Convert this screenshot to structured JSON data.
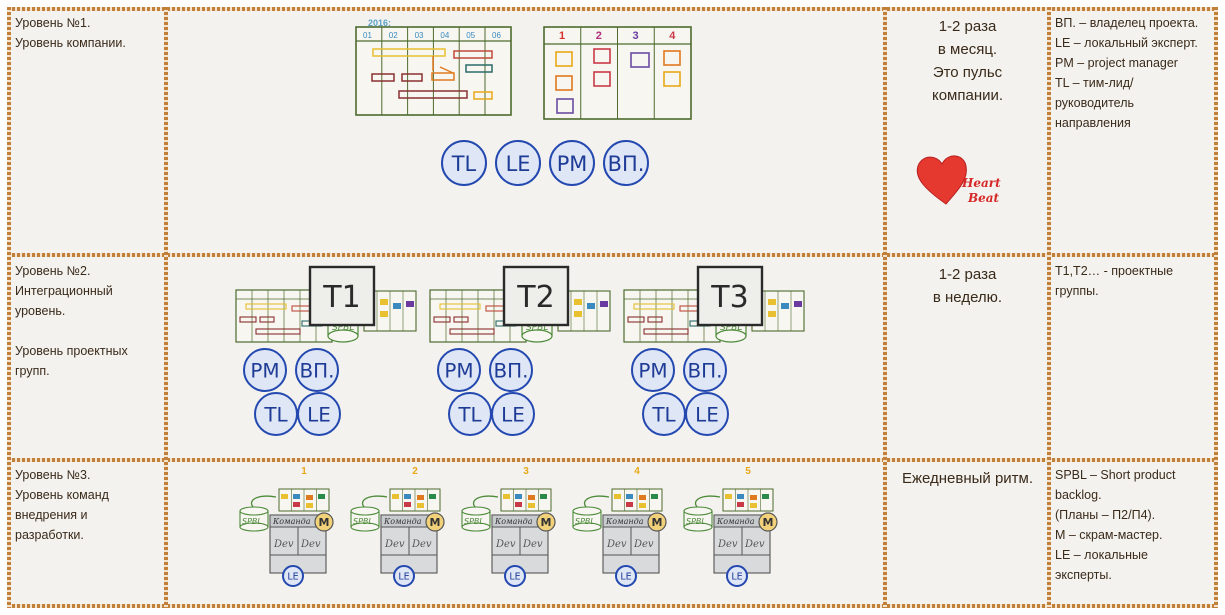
{
  "rows": [
    {
      "level": [
        "Уровень №1.",
        "Уровень компании."
      ],
      "frequency": [
        "1-2 раза",
        "в месяц.",
        "",
        "Это пульс",
        "компании."
      ],
      "legend": [
        "ВП. – владелец проекта.",
        "LE – локальный эксперт.",
        "PM – project manager",
        "TL – тим-лид/",
        "руководитель",
        "направления"
      ],
      "roles": [
        "TL",
        "LE",
        "PM",
        "ВП."
      ],
      "roadmap_year": "2016:",
      "roadmap_months": [
        "01",
        "02",
        "03",
        "04",
        "05",
        "06"
      ],
      "kanban_columns": [
        "1",
        "2",
        "3",
        "4"
      ],
      "heart_text": [
        "Heart",
        "Beat"
      ]
    },
    {
      "level": [
        "Уровень №2.",
        "Интеграционный",
        "уровень.",
        "",
        "Уровень проектных",
        "групп."
      ],
      "frequency": [
        "1-2 раза",
        "в неделю."
      ],
      "legend": [
        "Т1,Т2… - проектные",
        "группы."
      ],
      "teams": [
        {
          "label": "T1",
          "backlog": "SPBL",
          "roles": [
            "PM",
            "ВП.",
            "TL",
            "LE"
          ]
        },
        {
          "label": "T2",
          "backlog": "SPBL",
          "roles": [
            "PM",
            "ВП.",
            "TL",
            "LE"
          ]
        },
        {
          "label": "T3",
          "backlog": "SPBL",
          "roles": [
            "PM",
            "ВП.",
            "TL",
            "LE"
          ]
        }
      ]
    },
    {
      "level": [
        "Уровень №3.",
        "Уровень команд",
        "внедрения и",
        "разработки."
      ],
      "frequency": [
        "Ежедневный ритм."
      ],
      "legend": [
        "SPBL – Short product",
        "backlog.",
        "(Планы – П2/П4).",
        "",
        "M – скрам-мастер.",
        "LE – локальные",
        "эксперты."
      ],
      "dev_teams": [
        {
          "number": "1",
          "backlog": "SPBL",
          "team": "Команда",
          "master": "M",
          "members": [
            "Dev",
            "Dev"
          ],
          "expert": "LE"
        },
        {
          "number": "2",
          "backlog": "SPBL",
          "team": "Команда",
          "master": "M",
          "members": [
            "Dev",
            "Dev"
          ],
          "expert": "LE"
        },
        {
          "number": "3",
          "backlog": "SPBL",
          "team": "Команда",
          "master": "M",
          "members": [
            "Dev",
            "Dev"
          ],
          "expert": "LE"
        },
        {
          "number": "4",
          "backlog": "SPBL",
          "team": "Команда",
          "master": "M",
          "members": [
            "Dev",
            "Dev"
          ],
          "expert": "LE"
        },
        {
          "number": "5",
          "backlog": "SPBL",
          "team": "Команда",
          "master": "M",
          "members": [
            "Dev",
            "Dev"
          ],
          "expert": "LE"
        }
      ]
    }
  ]
}
